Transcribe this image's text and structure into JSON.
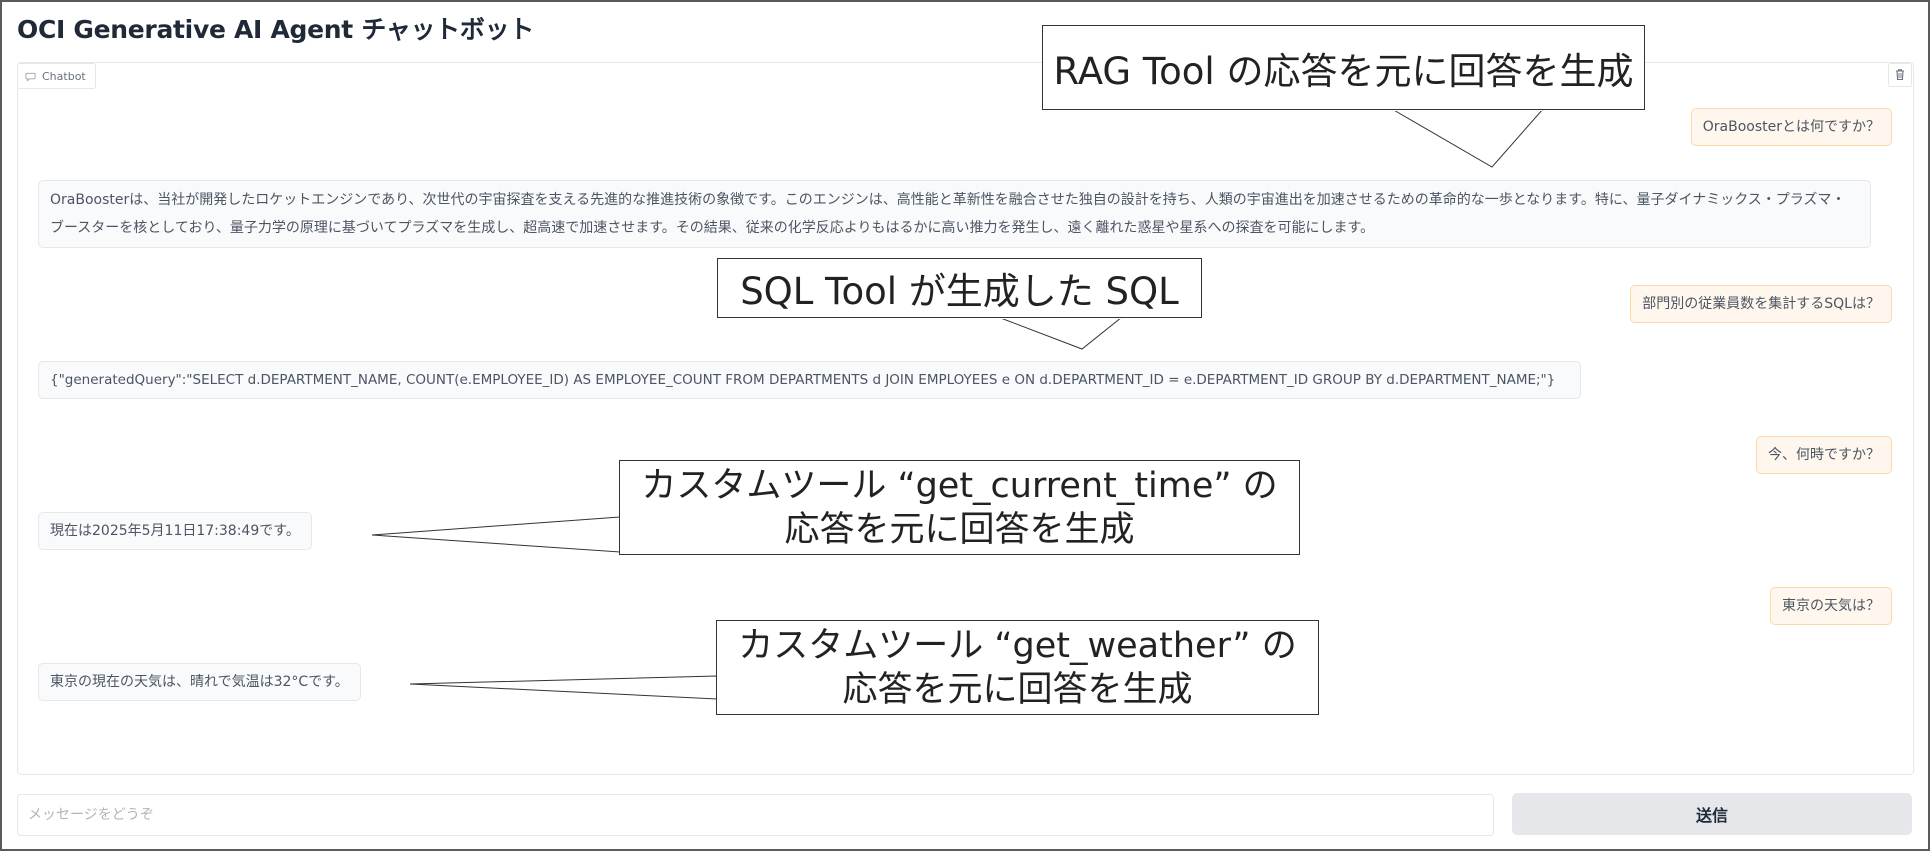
{
  "app": {
    "title": "OCI Generative AI Agent チャットボット"
  },
  "chatbot": {
    "label": "Chatbot",
    "label_icon": "chat-bubble-icon",
    "clear_icon": "trash-icon"
  },
  "messages": [
    {
      "role": "user",
      "text": "OraBoosterとは何ですか？"
    },
    {
      "role": "bot",
      "text": "OraBoosterは、当社が開発したロケットエンジンであり、次世代の宇宙探査を支える先進的な推進技術の象徴です。このエンジンは、高性能と革新性を融合させた独自の設計を持ち、人類の宇宙進出を加速させるための革命的な一歩となります。特に、量子ダイナミックス・プラズマ・ブースターを核としており、量子力学の原理に基づいてプラズマを生成し、超高速で加速させます。その結果、従来の化学反応よりもはるかに高い推力を発生し、遠く離れた惑星や星系への探査を可能にします。"
    },
    {
      "role": "user",
      "text": "部門別の従業員数を集計するSQLは？"
    },
    {
      "role": "bot",
      "text": "{\"generatedQuery\":\"SELECT d.DEPARTMENT_NAME, COUNT(e.EMPLOYEE_ID) AS EMPLOYEE_COUNT FROM DEPARTMENTS d JOIN EMPLOYEES e ON d.DEPARTMENT_ID = e.DEPARTMENT_ID GROUP BY d.DEPARTMENT_NAME;\"}"
    },
    {
      "role": "user",
      "text": "今、何時ですか？"
    },
    {
      "role": "bot",
      "text": "現在は2025年5月11日17:38:49です。"
    },
    {
      "role": "user",
      "text": "東京の天気は？"
    },
    {
      "role": "bot",
      "text": "東京の現在の天気は、晴れで気温は32°Cです。"
    }
  ],
  "callouts": [
    {
      "lines": [
        "RAG Tool の応答を元に回答を生成"
      ]
    },
    {
      "lines": [
        "SQL Tool が生成した SQL"
      ]
    },
    {
      "lines": [
        "カスタムツール “get_current_time” の",
        "応答を元に回答を生成"
      ]
    },
    {
      "lines": [
        "カスタムツール “get_weather” の",
        "応答を元に回答を生成"
      ]
    }
  ],
  "input": {
    "placeholder": "メッセージをどうぞ",
    "value": ""
  },
  "send_button": {
    "label": "送信"
  }
}
